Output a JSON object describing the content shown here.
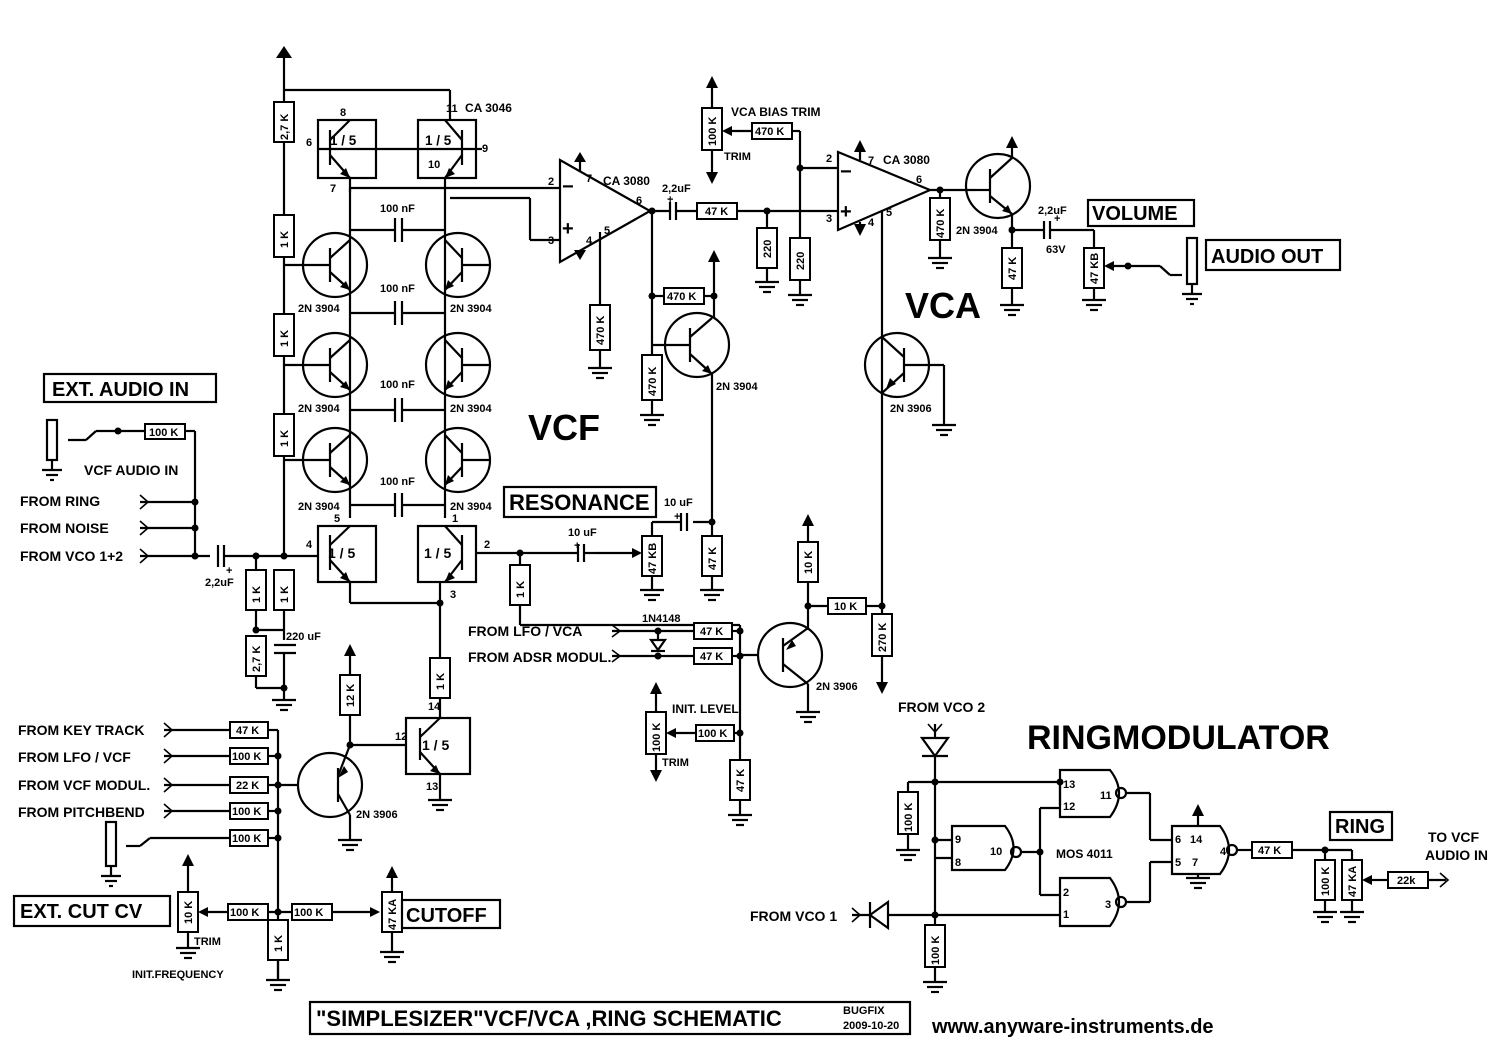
{
  "section_titles": {
    "vcf": "VCF",
    "vca": "VCA",
    "ringmod": "RINGMODULATOR"
  },
  "boxed_labels": {
    "ext_audio_in": "EXT. AUDIO IN",
    "resonance": "RESONANCE",
    "volume": "VOLUME",
    "audio_out": "AUDIO OUT",
    "ext_cut_cv": "EXT. CUT CV",
    "cutoff": "CUTOFF",
    "ring": "RING"
  },
  "ic_labels": {
    "ca3046": "CA 3046",
    "ca3080": "CA 3080",
    "mos4011": "MOS 4011",
    "section": "1 / 5"
  },
  "transistors": {
    "npn": "2N 3904",
    "pnp": "2N 3906"
  },
  "capacitors": {
    "c100n": "100 nF",
    "c2u2": "2,2uF",
    "c10u": "10 uF",
    "c220u": "220 uF",
    "v63": "63V"
  },
  "resistors": {
    "r2k7": "2,7 K",
    "r1k": "1 K",
    "r100k": "100 K",
    "r47k": "47 K",
    "r470k": "470 K",
    "r10k": "10 K",
    "r12k": "12 K",
    "r22k": "22 K",
    "r22k_lc": "22k",
    "r270k": "270 K",
    "r220": "220",
    "r47kb": "47 KB",
    "r47ka": "47 KA"
  },
  "inputs": {
    "vcf_audio_in": "VCF AUDIO IN",
    "from_ring": "FROM RING",
    "from_noise": "FROM NOISE",
    "from_vco12": "FROM VCO 1+2",
    "from_lfo_vca": "FROM LFO / VCA",
    "from_adsr": "FROM ADSR MODUL.",
    "from_key_track": "FROM KEY TRACK",
    "from_lfo_vcf": "FROM LFO / VCF",
    "from_vcf_modul": "FROM VCF MODUL.",
    "from_pitchbend": "FROM PITCHBEND",
    "from_vco2": "FROM VCO 2",
    "from_vco1": "FROM VCO 1",
    "to_vcf_audio_in_1": "TO VCF",
    "to_vcf_audio_in_2": "AUDIO IN"
  },
  "misc": {
    "vca_bias_trim": "VCA BIAS TRIM",
    "trim": "TRIM",
    "init_level": "INIT. LEVEL",
    "init_frequency": "INIT.FREQUENCY",
    "diode": "1N4148"
  },
  "pins": {
    "p1": "1",
    "p2": "2",
    "p3": "3",
    "p4": "4",
    "p5": "5",
    "p6": "6",
    "p7": "7",
    "p8": "8",
    "p9": "9",
    "p10": "10",
    "p11": "11",
    "p12": "12",
    "p13": "13",
    "p14": "14"
  },
  "footer": {
    "title": "\"SIMPLESIZER\"VCF/VCA ,RING SCHEMATIC",
    "bugfix": "BUGFIX",
    "date": "2009-10-20",
    "website": "www.anyware-instruments.de"
  }
}
